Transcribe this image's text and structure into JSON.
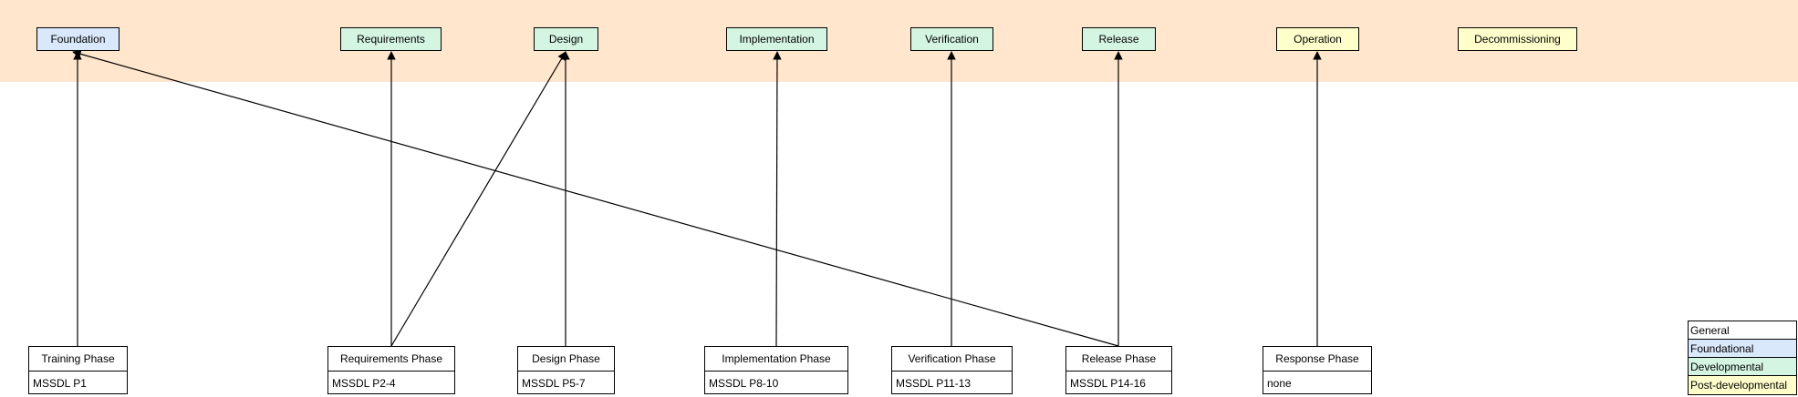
{
  "colors": {
    "band": "#ffe6cc",
    "general": "#ffffff",
    "foundational": "#dae8fc",
    "developmental": "#d5f5e3",
    "post_developmental": "#ffffcc"
  },
  "stages": [
    {
      "label": "Foundation",
      "category": "foundational"
    },
    {
      "label": "Requirements",
      "category": "developmental"
    },
    {
      "label": "Design",
      "category": "developmental"
    },
    {
      "label": "Implementation",
      "category": "developmental"
    },
    {
      "label": "Verification",
      "category": "developmental"
    },
    {
      "label": "Release",
      "category": "developmental"
    },
    {
      "label": "Operation",
      "category": "post_developmental"
    },
    {
      "label": "Decommissioning",
      "category": "post_developmental"
    }
  ],
  "phases": [
    {
      "title": "Training Phase",
      "body": "MSSDL P1"
    },
    {
      "title": "Requirements Phase",
      "body": "MSSDL P2-4"
    },
    {
      "title": "Design Phase",
      "body": "MSSDL P5-7"
    },
    {
      "title": "Implementation Phase",
      "body": "MSSDL P8-10"
    },
    {
      "title": "Verification Phase",
      "body": "MSSDL P11-13"
    },
    {
      "title": "Release Phase",
      "body": "MSSDL P14-16"
    },
    {
      "title": "Response Phase",
      "body": "none"
    }
  ],
  "legend": [
    {
      "label": "General",
      "category": "general"
    },
    {
      "label": "Foundational",
      "category": "foundational"
    },
    {
      "label": "Developmental",
      "category": "developmental"
    },
    {
      "label": "Post-developmental",
      "category": "post_developmental"
    }
  ]
}
